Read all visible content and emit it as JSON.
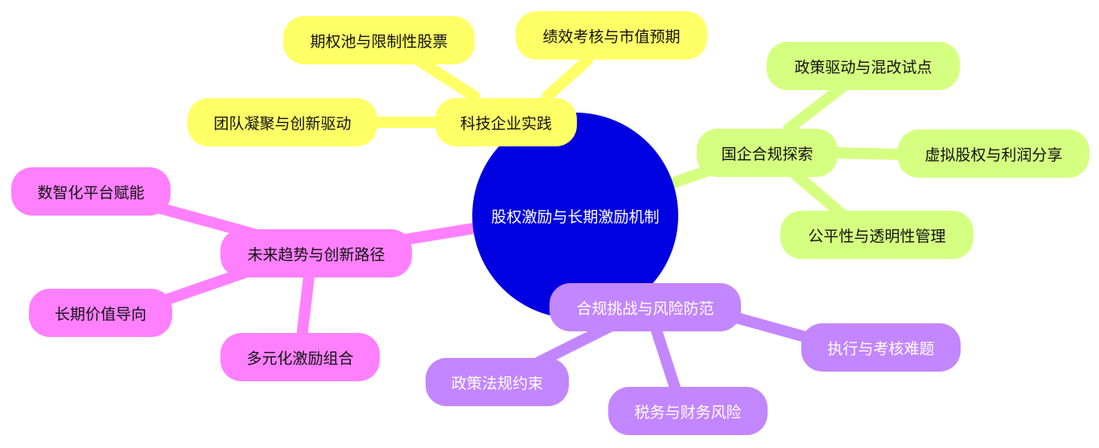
{
  "root": {
    "label": "股权激励与长期激励机制"
  },
  "branches": {
    "tech": {
      "label": "科技企业实践",
      "color": "#ffff66",
      "children": [
        "期权池与限制性股票",
        "绩效考核与市值预期",
        "团队凝聚与创新驱动"
      ]
    },
    "soe": {
      "label": "国企合规探索",
      "color": "#d5ff80",
      "children": [
        "政策驱动与混改试点",
        "虚拟股权与利润分享",
        "公平性与透明性管理"
      ]
    },
    "risk": {
      "label": "合规挑战与风险防范",
      "color": "#c286ff",
      "children": [
        "政策法规约束",
        "税务与财务风险",
        "执行与考核难题"
      ]
    },
    "future": {
      "label": "未来趋势与创新路径",
      "color": "#ff80ff",
      "children": [
        "数智化平台赋能",
        "长期价值导向",
        "多元化激励组合"
      ]
    }
  }
}
